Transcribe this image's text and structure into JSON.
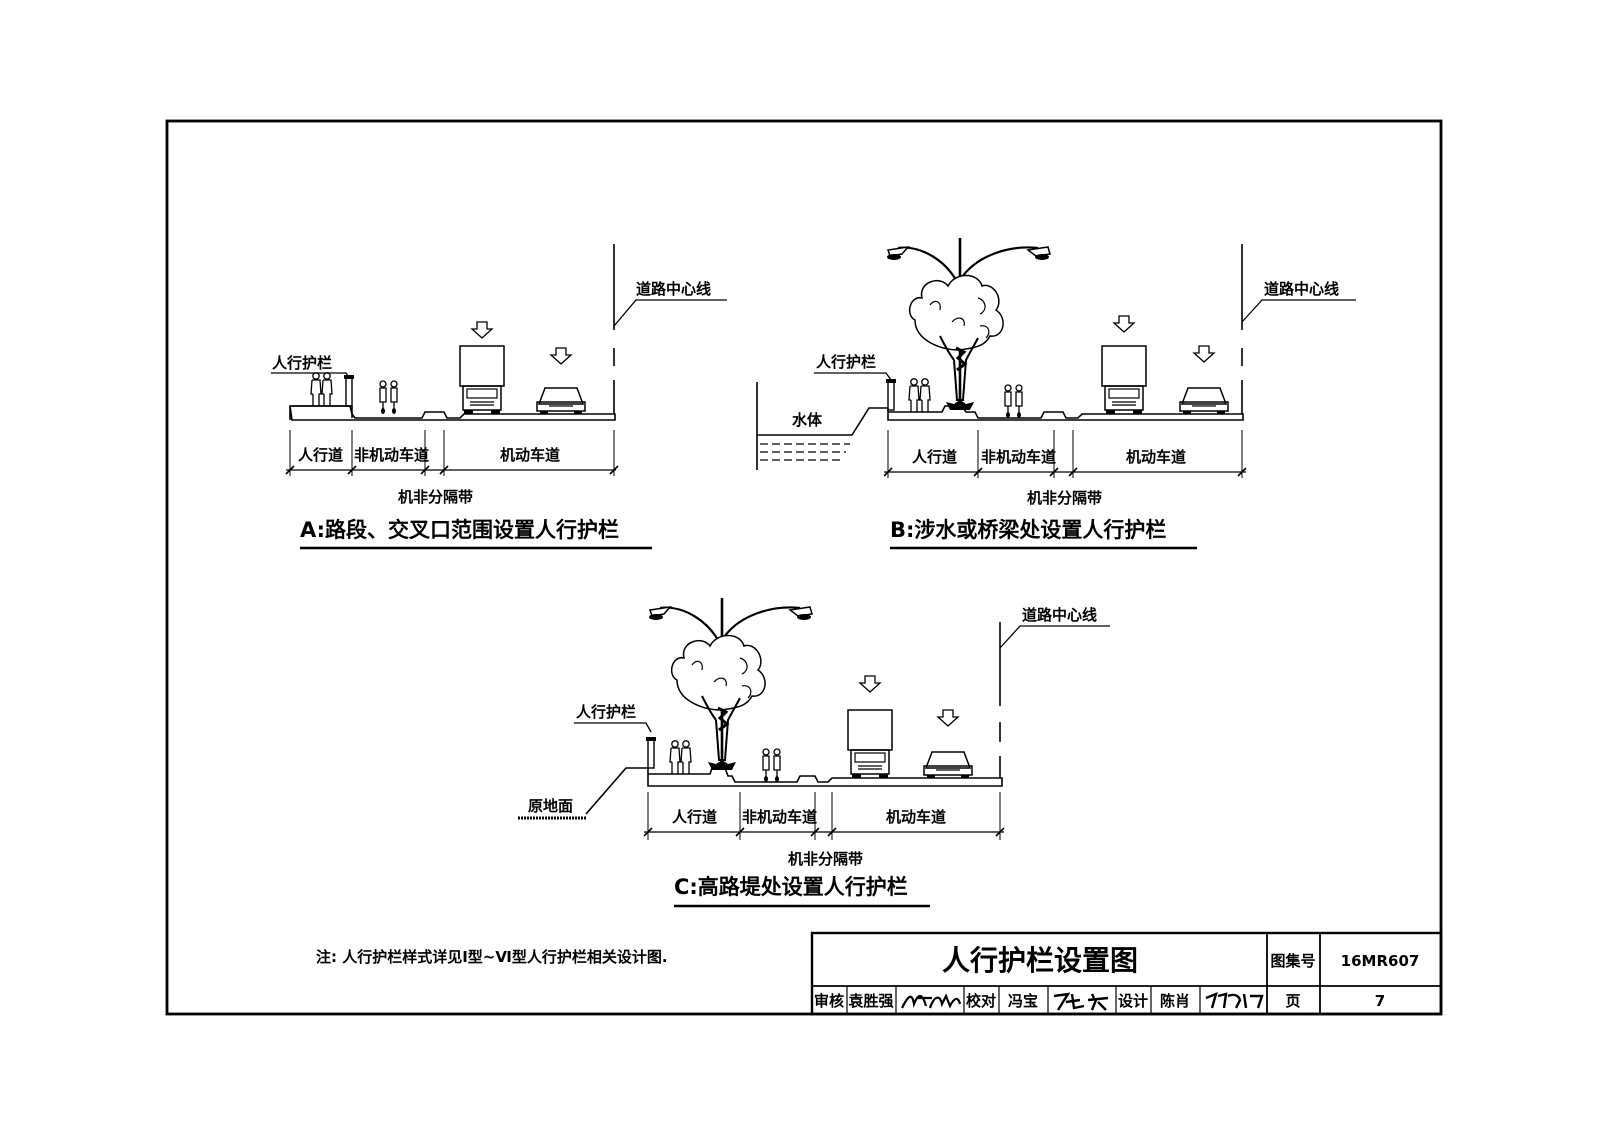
{
  "labels": {
    "guardrail": "人行护栏",
    "centerline": "道路中心线",
    "sidewalk": "人行道",
    "nonmotor": "非机动车道",
    "motor": "机动车道",
    "separator": "机非分隔带",
    "water": "水体",
    "ground": "原地面"
  },
  "captions": {
    "a": "A:路段、交叉口范围设置人行护栏",
    "b": "B:涉水或桥梁处设置人行护栏",
    "c": "C:高路堤处设置人行护栏"
  },
  "note": "注:  人行护栏样式详见Ⅰ型~Ⅵ型人行护栏相关设计图.",
  "title_block": {
    "title": "人行护栏设置图",
    "atlas_label": "图集号",
    "atlas_no": "16MR607",
    "review_label": "审核",
    "reviewer": "袁胜强",
    "check_label": "校对",
    "checker": "冯宝",
    "design_label": "设计",
    "designer": "陈肖",
    "page_label": "页",
    "page_no": "7"
  }
}
